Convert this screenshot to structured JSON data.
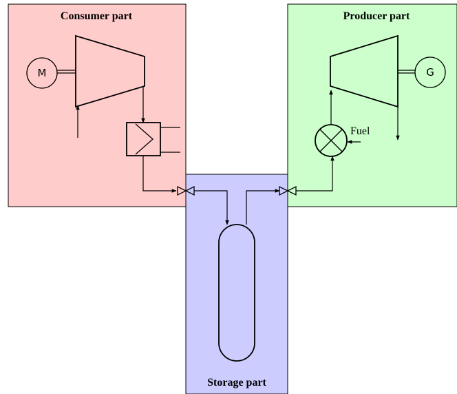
{
  "regions": {
    "consumer": {
      "title": "Consumer part",
      "color": "#ffcccc"
    },
    "producer": {
      "title": "Producer part",
      "color": "#ccffcc"
    },
    "storage": {
      "title": "Storage part",
      "color": "#ccccff"
    }
  },
  "symbols": {
    "motor_letter": "M",
    "generator_letter": "G"
  },
  "labels": {
    "fuel": "Fuel"
  }
}
